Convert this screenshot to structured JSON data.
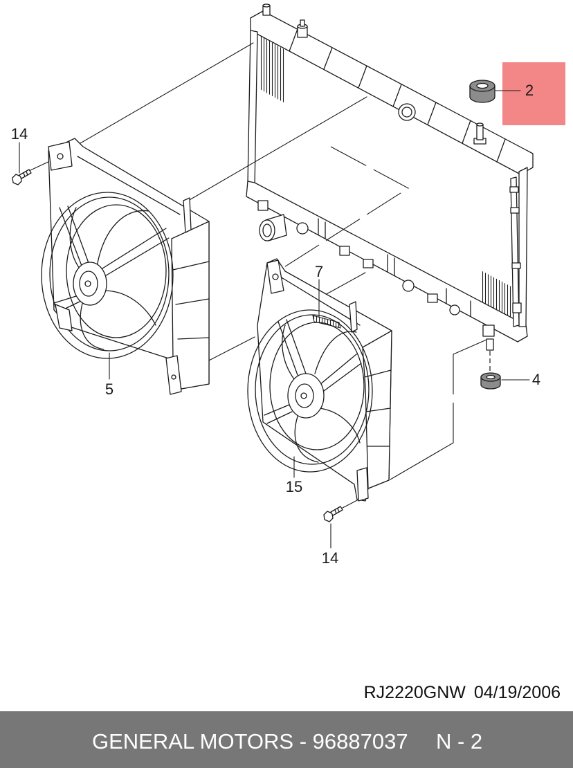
{
  "callouts": {
    "bolt_upper": "14",
    "grommet_upper": "2",
    "fan_left": "5",
    "fan_connector": "7",
    "grommet_lower": "4",
    "fan_right": "15",
    "bolt_lower": "14"
  },
  "drawing_ref": {
    "code": "RJ2220GNW",
    "date": "04/19/2006"
  },
  "footer": {
    "title": "GENERAL MOTORS - 96887037",
    "page": "N - 2"
  },
  "colors": {
    "highlight": "#f38686",
    "footer_bg": "#777777",
    "footer_text": "#ffffff",
    "line": "#1a1a1a"
  }
}
